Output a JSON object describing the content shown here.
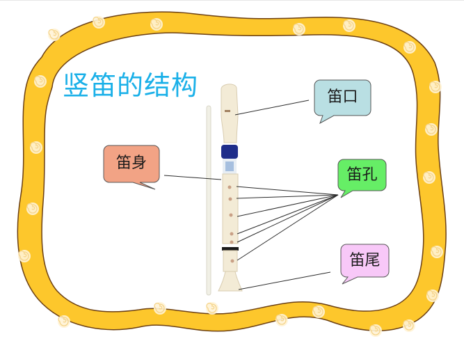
{
  "slide": {
    "title": "竖笛的结构",
    "subject_image": "recorder-with-cleaning-rod",
    "colors": {
      "title": "#1ab0e8",
      "frame_fill": "#fdc72c",
      "frame_stroke": "#6b3f13",
      "swirl": "#fff3d6"
    }
  },
  "labels": [
    {
      "id": "mouthpiece",
      "text": "笛口",
      "fill": "#b9dfe3"
    },
    {
      "id": "body",
      "text": "笛身",
      "fill": "#f2a385"
    },
    {
      "id": "finger-holes",
      "text": "笛孔",
      "fill": "#66ee66"
    },
    {
      "id": "bell",
      "text": "笛尾",
      "fill": "#f8c8f8"
    }
  ]
}
